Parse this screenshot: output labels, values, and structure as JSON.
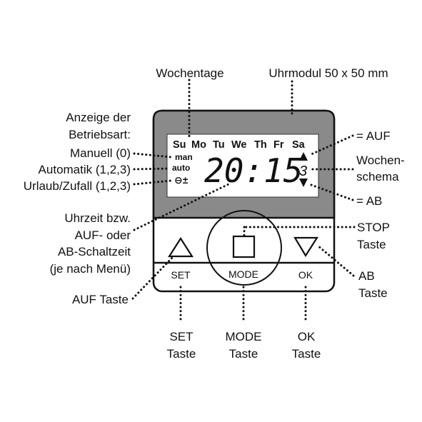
{
  "labels": {
    "weekdays_title": "Wochentage",
    "module": "Uhrmodul 50 x 50 mm",
    "mode_display_line1": "Anzeige der",
    "mode_display_line2": "Betriebsart:",
    "manual": "Manuell (0)",
    "automatic": "Automatik (1,2,3)",
    "vacation": "Urlaub/Zufall (1,2,3)",
    "time_line1": "Uhrzeit bzw.",
    "time_line2": "AUF- oder",
    "time_line3": "AB-Schaltzeit",
    "time_line4": "(je nach Menü)",
    "up_key": "AUF Taste",
    "auf": "= AUF",
    "week_line1": "Wochen-",
    "week_line2": "schema",
    "ab": "= AB",
    "stop_line1": "STOP",
    "stop_line2": "Taste",
    "ab_key_line1": "AB",
    "ab_key_line2": "Taste",
    "set_line1": "SET",
    "set_line2": "Taste",
    "mode_line1": "MODE",
    "mode_line2": "Taste",
    "ok_line1": "OK",
    "ok_line2": "Taste"
  },
  "lcd": {
    "days": [
      "Su",
      "Mo",
      "Tu",
      "We",
      "Th",
      "Fr",
      "Sa"
    ],
    "man": "man",
    "auto": "auto",
    "timer_symbol": "⊖±",
    "time": "20:15",
    "week_scheme_digit": "3"
  },
  "buttons": {
    "set": "SET",
    "mode": "MODE",
    "ok": "OK"
  },
  "colors": {
    "display_frame": "#8a8a8a",
    "lcd_background": "#ffffff",
    "ink": "#111111"
  }
}
